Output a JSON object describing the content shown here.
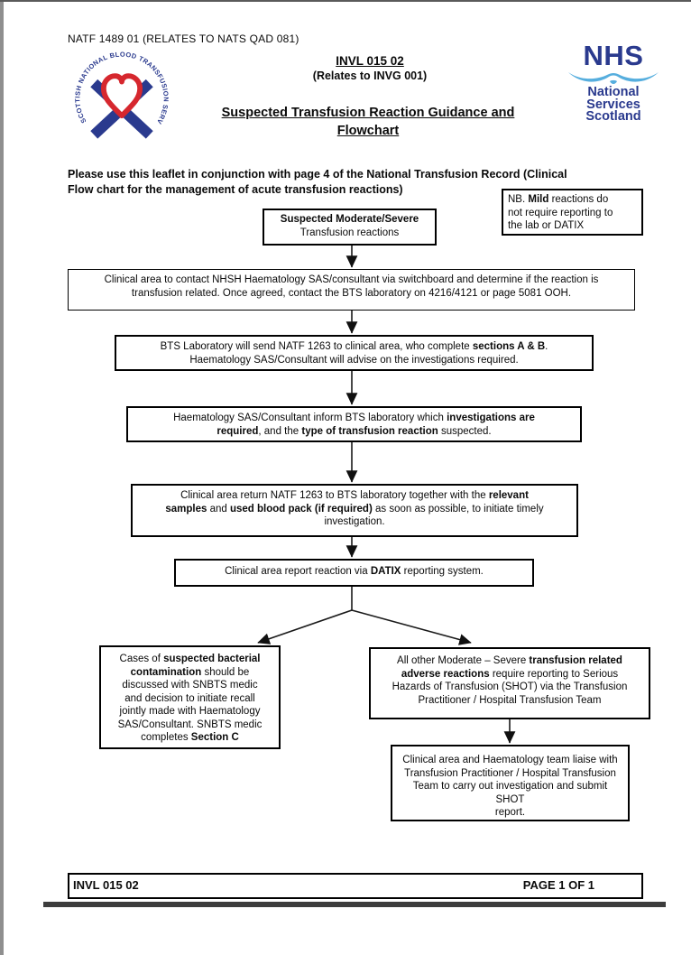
{
  "header": {
    "code_line": "NATF 1489 01 (RELATES TO NATS QAD 081)",
    "doc_code": "INVL 015 02",
    "doc_code_sub": "(Relates to INVG 001)",
    "title": "Suspected Transfusion Reaction Guidance and\nFlowchart"
  },
  "logos": {
    "snbts": {
      "ring_text": "SCOTTISH NATIONAL BLOOD TRANSFUSION SERVICE",
      "blue": "#2a3a8e",
      "red": "#d6272e"
    },
    "nhs": {
      "word": "NHS",
      "subtitle": "National\nServices\nScotland",
      "navy": "#2a3a8e",
      "light_blue": "#56aede"
    }
  },
  "intro": "Please use this leaflet in conjunction with page 4 of the National Transfusion Record (Clinical\nFlow chart for the management of acute transfusion reactions)",
  "note_box": [
    {
      "t": "NB. ",
      "b": false
    },
    {
      "t": "Mild",
      "b": true
    },
    {
      "t": " reactions do\nnot require reporting to\nthe lab or DATIX",
      "b": false
    }
  ],
  "flow": {
    "start": [
      {
        "t": "Suspected Moderate/Severe",
        "b": true
      },
      {
        "t": "\nTransfusion reactions",
        "b": false
      }
    ],
    "contact": "Clinical area to contact NHSH Haematology SAS/consultant via switchboard and determine if the reaction is\ntransfusion related. Once agreed, contact the BTS laboratory on 4216/4121 or page 5081 OOH.",
    "natf_sent": [
      {
        "t": "BTS Laboratory will send NATF 1263 to clinical area, who complete ",
        "b": false
      },
      {
        "t": "sections A & B",
        "b": true
      },
      {
        "t": ".\nHaematology SAS/Consultant will advise on the investigations required.",
        "b": false
      }
    ],
    "investigations": [
      {
        "t": "Haematology SAS/Consultant inform BTS laboratory which ",
        "b": false
      },
      {
        "t": "investigations are\nrequired",
        "b": true
      },
      {
        "t": ", and the ",
        "b": false
      },
      {
        "t": "type of transfusion reaction",
        "b": true
      },
      {
        "t": " suspected.",
        "b": false
      }
    ],
    "return_natf": [
      {
        "t": "Clinical area return NATF 1263 to BTS laboratory together with the ",
        "b": false
      },
      {
        "t": "relevant\nsamples",
        "b": true
      },
      {
        "t": " and ",
        "b": false
      },
      {
        "t": "used blood pack (if required)",
        "b": true
      },
      {
        "t": " as soon as possible, to initiate timely\ninvestigation.",
        "b": false
      }
    ],
    "datix": [
      {
        "t": "Clinical area report reaction via ",
        "b": false
      },
      {
        "t": "DATIX",
        "b": true
      },
      {
        "t": " reporting system.",
        "b": false
      }
    ],
    "bacterial": [
      {
        "t": "Cases of ",
        "b": false
      },
      {
        "t": "suspected bacterial\ncontamination",
        "b": true
      },
      {
        "t": " should be\ndiscussed with SNBTS medic\nand decision to initiate recall\njointly made with Haematology\nSAS/Consultant. SNBTS medic\ncompletes ",
        "b": false
      },
      {
        "t": "Section C",
        "b": true
      }
    ],
    "shot": [
      {
        "t": "All other Moderate – Severe ",
        "b": false
      },
      {
        "t": "transfusion related\nadverse reactions",
        "b": true
      },
      {
        "t": " require reporting to Serious\nHazards of Transfusion (SHOT) via the Transfusion\nPractitioner / Hospital Transfusion Team",
        "b": false
      }
    ],
    "shot_investigation": "Clinical area and Haematology team liaise with\nTransfusion Practitioner / Hospital Transfusion\nTeam to carry out investigation and submit SHOT\nreport."
  },
  "footer": {
    "left": "INVL 015 02",
    "right": "PAGE 1 OF 1"
  }
}
